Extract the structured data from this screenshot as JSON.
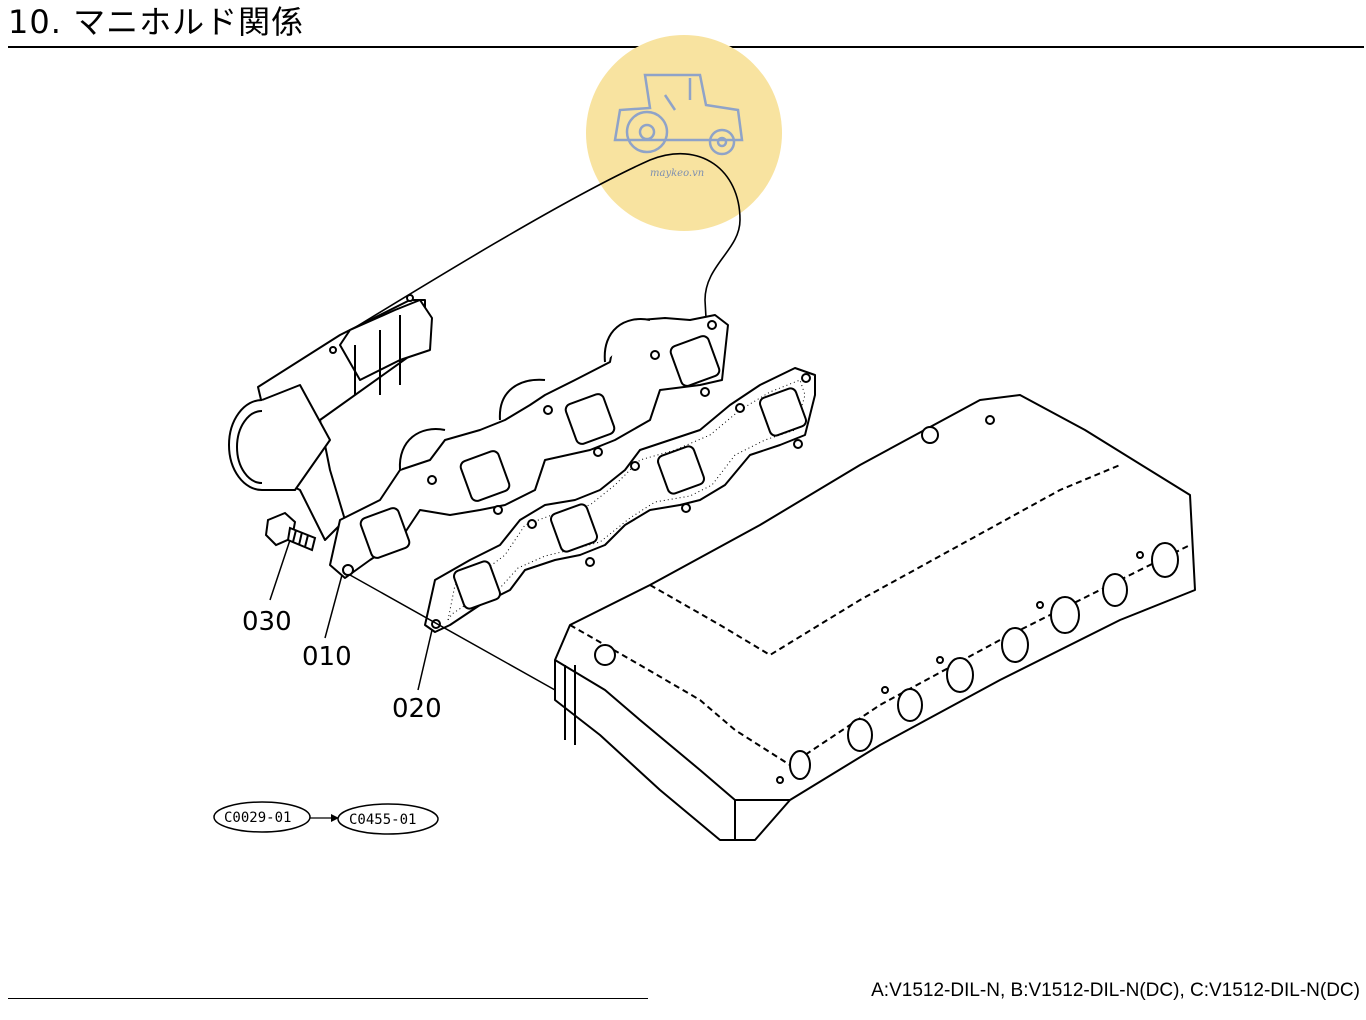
{
  "header": {
    "title": "10. マニホルド関係"
  },
  "callouts": {
    "p030": "030",
    "p010": "010",
    "p020": "020"
  },
  "reference": {
    "from": "C0029-01",
    "to": "C0455-01"
  },
  "watermark": {
    "text": "maykeo.vn",
    "circle_color": "#f8e3a0",
    "icon": "tractor-icon"
  },
  "footer": {
    "models": "A:V1512-DIL-N,  B:V1512-DIL-N(DC),  C:V1512-DIL-N(DC)"
  }
}
